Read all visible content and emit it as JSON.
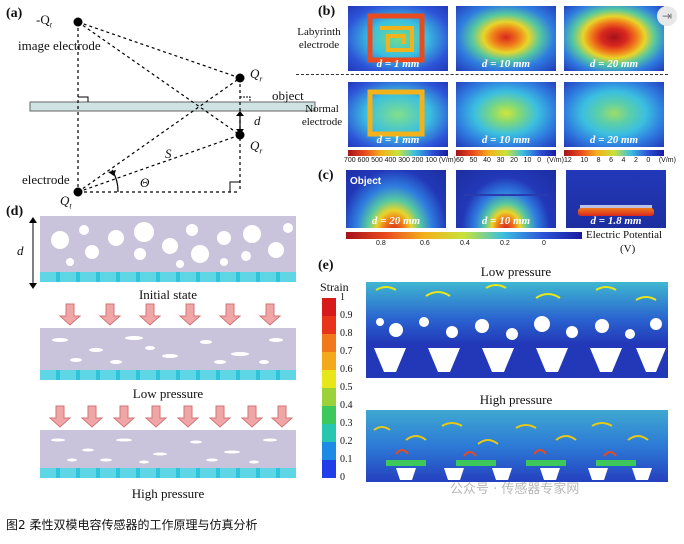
{
  "panels": {
    "a": "(a)",
    "b": "(b)",
    "c": "(c)",
    "d": "(d)",
    "e": "(e)"
  },
  "panel_a": {
    "neg_q_t": "-Q",
    "neg_q_t_sub": "t",
    "image_electrode": "image electrode",
    "q_r_top": "Q",
    "q_r_top_sub": "r",
    "object": "object",
    "d": "d",
    "q_r_bottom": "Q",
    "q_r_bottom_sub": "r",
    "s": "S",
    "electrode": "electrode",
    "theta": "Θ",
    "q_t": "Q",
    "q_t_sub": "t"
  },
  "panel_b": {
    "row1_label": "Labyrinth electrode",
    "row2_label": "Normal electrode",
    "row1": [
      "d = 1 mm",
      "d = 10 mm",
      "d = 20 mm"
    ],
    "row2": [
      "d = 1 mm",
      "d = 10 mm",
      "d = 20 mm"
    ],
    "colorbars": [
      [
        "700",
        "600",
        "500",
        "400",
        "300",
        "200",
        "100",
        "(V/m)"
      ],
      [
        "60",
        "50",
        "40",
        "30",
        "20",
        "10",
        "0",
        "(V/m)"
      ],
      [
        "12",
        "10",
        "8",
        "6",
        "4",
        "2",
        "0",
        "(V/m)"
      ]
    ]
  },
  "panel_c": {
    "object": "Object",
    "maps": [
      "d = 20 mm",
      "d = 10 mm",
      "d = 1.8 mm"
    ],
    "ticks": [
      "0.8",
      "0.6",
      "0.4",
      "0.2",
      "0"
    ],
    "title": "Electric Potential",
    "unit": "(V)"
  },
  "panel_d": {
    "d_label": "d",
    "initial": "Initial state",
    "low": "Low pressure",
    "high": "High pressure"
  },
  "panel_e": {
    "low": "Low pressure",
    "high": "High pressure",
    "strain_title": "Strain",
    "ticks": [
      "1",
      "0.9",
      "0.8",
      "0.7",
      "0.6",
      "0.5",
      "0.4",
      "0.3",
      "0.2",
      "0.1",
      "0"
    ],
    "tick_colors": [
      "#d7191c",
      "#e8341a",
      "#f07a1a",
      "#f2a91c",
      "#e6e619",
      "#9bd23a",
      "#3cc85a",
      "#27c6b0",
      "#1c8be6",
      "#1f3ee8",
      "#1a1a9e"
    ]
  },
  "caption": "图2 柔性双模电容传感器的工作原理与仿真分析",
  "watermark": "公众号 · 传感器专家网",
  "close_icon": "⇥"
}
